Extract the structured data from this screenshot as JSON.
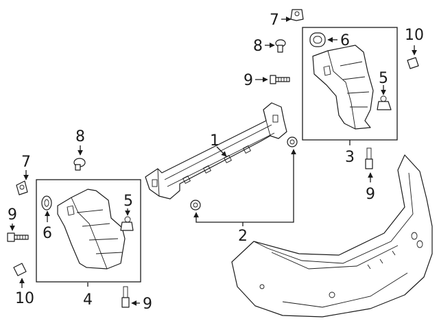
{
  "callouts": {
    "c1": "1",
    "c2": "2",
    "c3": "3",
    "c4": "4",
    "c5_right": "5",
    "c5_left": "5",
    "c6_right": "6",
    "c6_left": "6",
    "c7_top": "7",
    "c7_left": "7",
    "c8_top": "8",
    "c8_left": "8",
    "c9_top": "9",
    "c9_right": "9",
    "c9_left": "9",
    "c9_bottom": "9",
    "c10_right": "10",
    "c10_left": "10"
  },
  "colors": {
    "line": "#1a1a1a",
    "background": "#ffffff"
  }
}
